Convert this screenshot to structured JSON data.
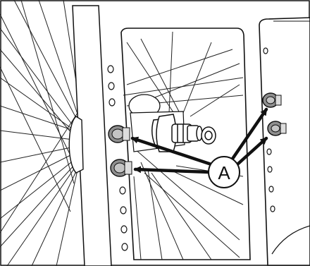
{
  "callout": {
    "label": "A"
  },
  "parts": {
    "wheel": "bicycle-wheel-spokes",
    "axle": "wheel-axle",
    "frame_left": "frame-plate-left",
    "frame_right": "frame-plate-right",
    "fasteners": [
      "nut",
      "nut",
      "nut",
      "nut"
    ]
  },
  "colors": {
    "line": "#1a1a1a",
    "fill": "#ffffff",
    "nut_shade": "#9a9a9a"
  }
}
